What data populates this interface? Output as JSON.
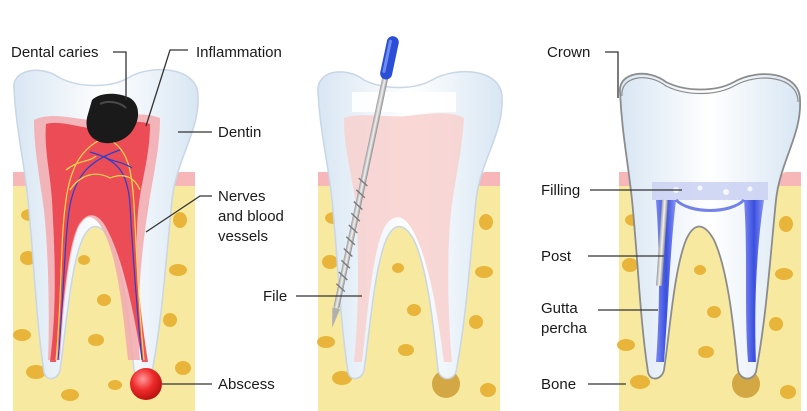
{
  "labels": {
    "dental_caries": "Dental caries",
    "inflammation": "Inflammation",
    "dentin": "Dentin",
    "nerves_line1": "Nerves",
    "nerves_line2": "and blood",
    "nerves_line3": "vessels",
    "abscess": "Abscess",
    "file": "File",
    "crown": "Crown",
    "filling": "Filling",
    "post": "Post",
    "gutta_line1": "Gutta",
    "gutta_line2": "percha",
    "bone": "Bone"
  },
  "colors": {
    "bone": "#f7e9a0",
    "bone_spot": "#e8b53a",
    "gum": "#f7b6b8",
    "enamel": "#e9f1f9",
    "pulp": "#e8323c",
    "file_handle": "#2a4fd6",
    "gutta": "#3a4fe0",
    "crown_outline": "#8c8c8c"
  },
  "icons": {
    "tooth_1": "infected-tooth-icon",
    "tooth_2": "tooth-with-file-icon",
    "tooth_3": "restored-tooth-icon"
  }
}
